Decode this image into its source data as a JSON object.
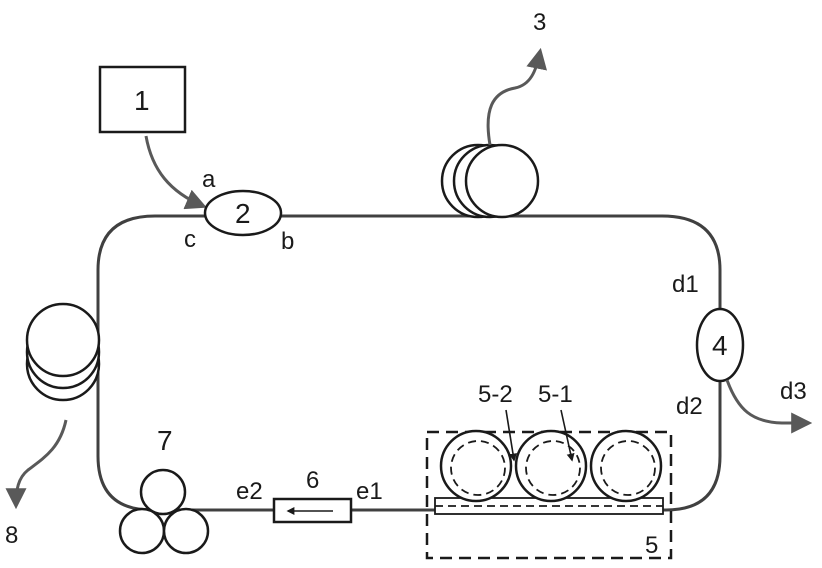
{
  "labels": {
    "source": "1",
    "coupler": "2",
    "port_a": "a",
    "port_b": "b",
    "port_c": "c",
    "output_top": "3",
    "component_4": "4",
    "port_d1": "d1",
    "port_d2": "d2",
    "port_d3": "d3",
    "box_5": "5",
    "sub_5_1": "5-1",
    "sub_5_2": "5-2",
    "isolator": "6",
    "port_e1": "e1",
    "port_e2": "e2",
    "controller_7": "7",
    "output_left": "8"
  },
  "colors": {
    "wire": "#404040",
    "stroke": "#1a1a1a",
    "arrow": "#595959"
  }
}
